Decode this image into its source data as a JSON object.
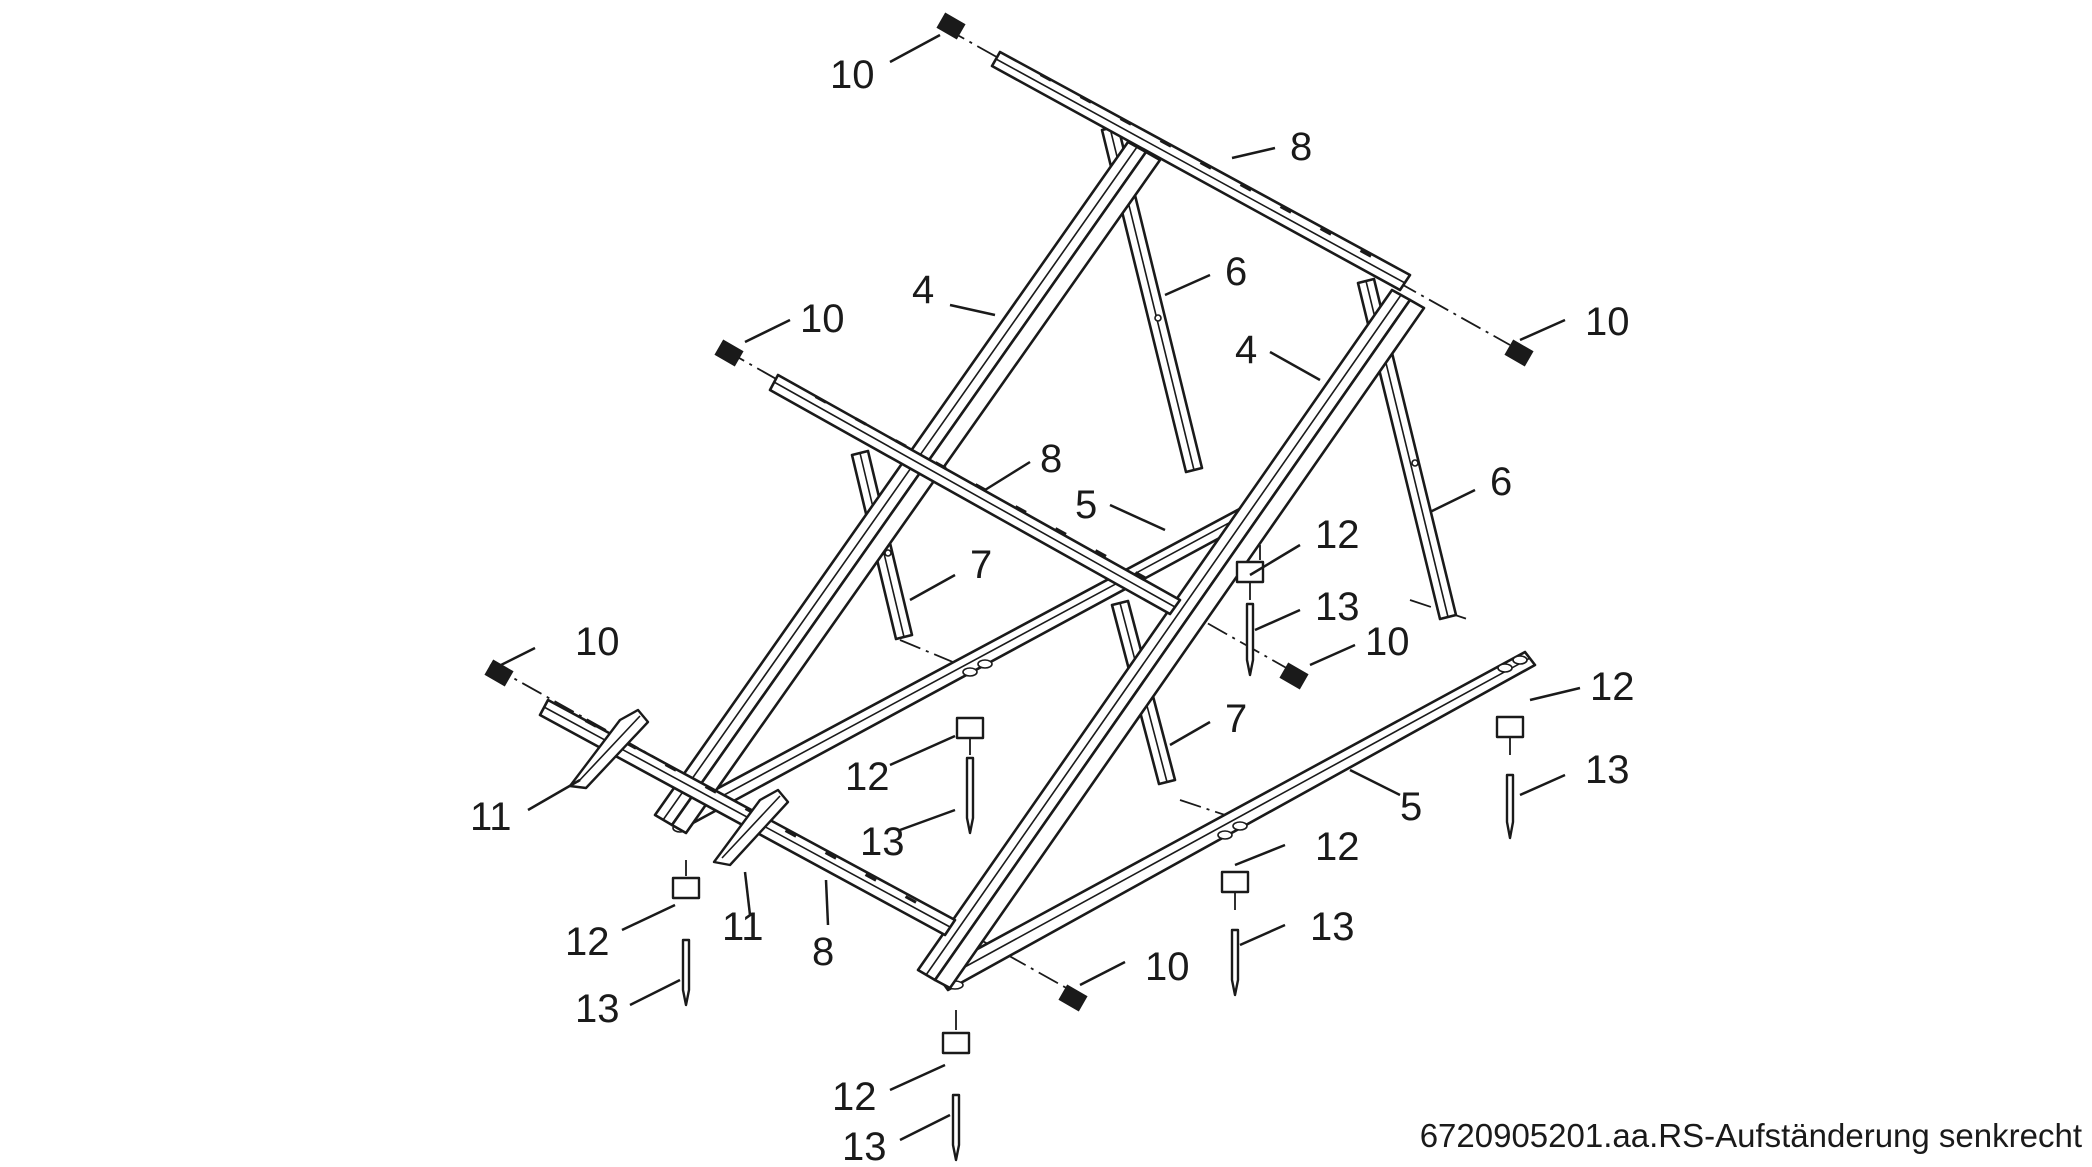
{
  "caption": "6720905201.aa.RS-Aufständerung senkrecht",
  "callouts": {
    "c10_a": "10",
    "c10_b": "10",
    "c10_c": "10",
    "c10_d": "10",
    "c10_e": "10",
    "c10_f": "10",
    "c8_a": "8",
    "c8_b": "8",
    "c8_c": "8",
    "c4_a": "4",
    "c4_b": "4",
    "c6_a": "6",
    "c6_b": "6",
    "c5_a": "5",
    "c5_b": "5",
    "c7_a": "7",
    "c7_b": "7",
    "c12_a": "12",
    "c12_b": "12",
    "c12_c": "12",
    "c12_d": "12",
    "c12_e": "12",
    "c12_f": "12",
    "c13_a": "13",
    "c13_b": "13",
    "c13_c": "13",
    "c13_d": "13",
    "c13_e": "13",
    "c13_f": "13",
    "c11_a": "11",
    "c11_b": "11"
  }
}
